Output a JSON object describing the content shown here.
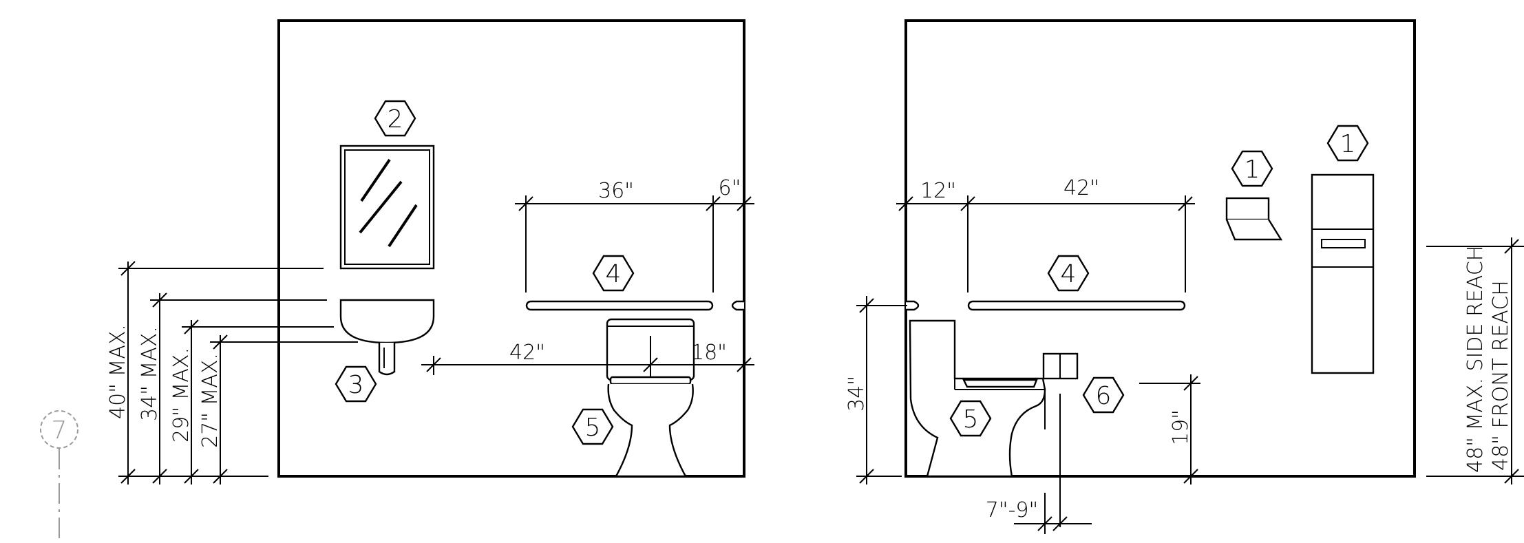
{
  "drawing": {
    "callout_ref": "7",
    "left_elevation": {
      "height_labels": [
        "40\" MAX.",
        "34\" MAX.",
        "29\" MAX.",
        "27\" MAX."
      ],
      "dim_grab_bar_length": "36\"",
      "dim_grab_bar_end": "6\"",
      "dim_centerline_wall": "42\"",
      "dim_centerline_side": "18\"",
      "tags": {
        "mirror": "2",
        "lavatory": "3",
        "grab_bar": "4",
        "toilet": "5"
      }
    },
    "right_elevation": {
      "dim_grab_bar_offset": "12\"",
      "dim_grab_bar_length": "42\"",
      "dim_bar_height": "34\"",
      "dim_dispenser_height": "19\"",
      "dim_dispenser_offset": "7\"-9\"",
      "reach_label_side": "48\" MAX. SIDE REACH",
      "reach_label_front": "48\" FRONT REACH",
      "tags": {
        "accessory_a": "1",
        "accessory_b": "1",
        "grab_bar": "4",
        "toilet": "5",
        "dispenser": "6"
      }
    }
  },
  "colors": {
    "ink": "#000000",
    "reference": "#999999"
  }
}
